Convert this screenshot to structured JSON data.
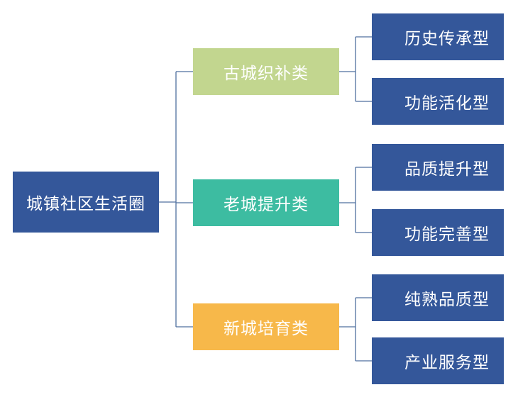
{
  "colors": {
    "root": "#34579a",
    "leaf": "#34579a",
    "connector": "#4f6f9f",
    "text": "#ffffff"
  },
  "root": {
    "label": "城镇社区生活圈"
  },
  "categories": [
    {
      "label": "古城织补类",
      "color": "#c2d68f",
      "children": [
        "历史传承型",
        "功能活化型"
      ]
    },
    {
      "label": "老城提升类",
      "color": "#3dbca1",
      "children": [
        "品质提升型",
        "功能完善型"
      ]
    },
    {
      "label": "新城培育类",
      "color": "#f7b84a",
      "children": [
        "纯熟品质型",
        "产业服务型"
      ]
    }
  ]
}
